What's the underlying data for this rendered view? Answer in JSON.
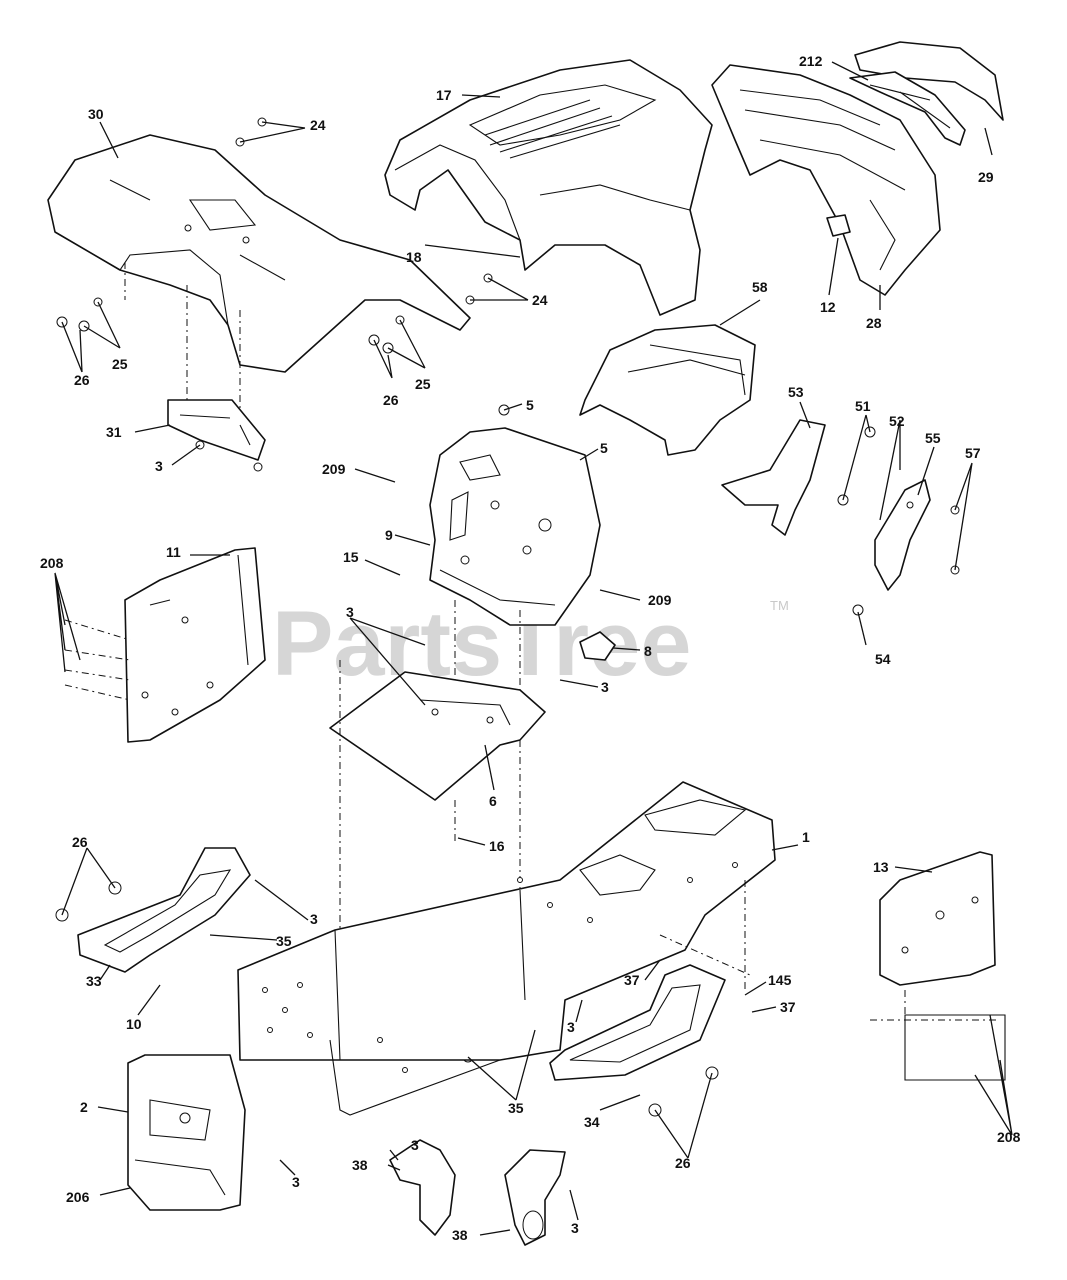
{
  "watermark": {
    "text": "PartsTree",
    "trademark": "TM"
  },
  "callouts": {
    "c17": "17",
    "c212": "212",
    "c30": "30",
    "c24a": "24",
    "c29": "29",
    "c18": "18",
    "c24b": "24",
    "c58": "58",
    "c12": "12",
    "c28": "28",
    "c25a": "25",
    "c26a": "26",
    "c25b": "25",
    "c26b": "26",
    "c5a": "5",
    "c31": "31",
    "c53": "53",
    "c51": "51",
    "c52": "52",
    "c5b": "5",
    "c55": "55",
    "c57": "57",
    "c209a": "209",
    "c3a": "3",
    "c9": "9",
    "c11": "11",
    "c208a": "208",
    "c15": "15",
    "c209b": "209",
    "c54": "54",
    "c3b": "3",
    "c8": "8",
    "c3c": "3",
    "c6": "6",
    "c16": "16",
    "c1": "1",
    "c13": "13",
    "c26c": "26",
    "c3d": "3",
    "c35a": "35",
    "c33": "33",
    "c10": "10",
    "c37a": "37",
    "c145": "145",
    "c37b": "37",
    "c3e": "3",
    "c2": "2",
    "c35b": "35",
    "c34": "34",
    "c26d": "26",
    "c208b": "208",
    "c3f": "3",
    "c38a": "38",
    "c206": "206",
    "c3g": "3",
    "c38b": "38",
    "c3h": "3"
  }
}
